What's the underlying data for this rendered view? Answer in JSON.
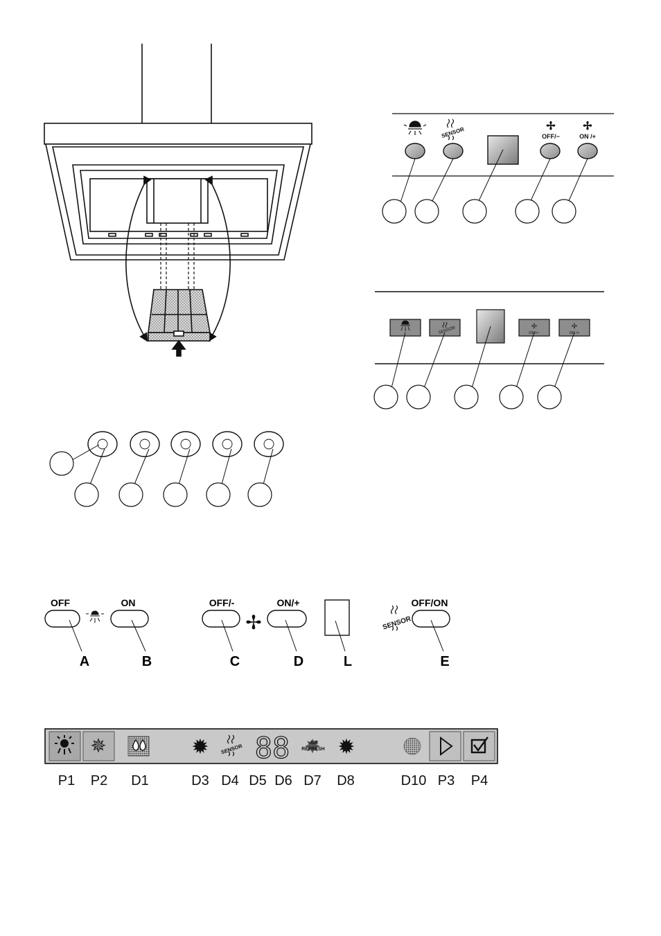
{
  "panel_top": {
    "labels": {
      "sensor": "SENSOR",
      "off_minus": "OFF/−",
      "on_plus": "ON /+"
    },
    "icons": [
      "light-icon",
      "sensor-icon",
      "display-window",
      "fan-icon",
      "fan-icon"
    ]
  },
  "panel_mid": {
    "labels": {
      "sensor": "SENSOR",
      "off_minus": "OFF/−",
      "on_plus": "ON /+"
    }
  },
  "panel_abe": {
    "buttons": [
      {
        "top": "OFF",
        "letter": "A"
      },
      {
        "top": "ON",
        "letter": "B"
      },
      {
        "top": "OFF/-",
        "letter": "C"
      },
      {
        "top": "ON/+",
        "letter": "D"
      },
      {
        "top": "",
        "letter": "L"
      },
      {
        "top": "OFF/ON",
        "letter": "E"
      }
    ],
    "sensor_text": "SENSOR"
  },
  "panel_lcd": {
    "display_digits": "88",
    "sensor_text": "SENSOR",
    "air_refresh": [
      "AIR",
      "REFRESH"
    ],
    "labels": [
      "P1",
      "P2",
      "D1",
      "D3",
      "D4",
      "D5",
      "D6",
      "D7",
      "D8",
      "D10",
      "P3",
      "P4"
    ]
  },
  "colors": {
    "line": "#111111",
    "button_gray": "#b5b5b5",
    "button_dark": "#8a8a8a",
    "lcd_bg": "#c8c8c8",
    "filter_mesh": "#d0d0d0"
  }
}
